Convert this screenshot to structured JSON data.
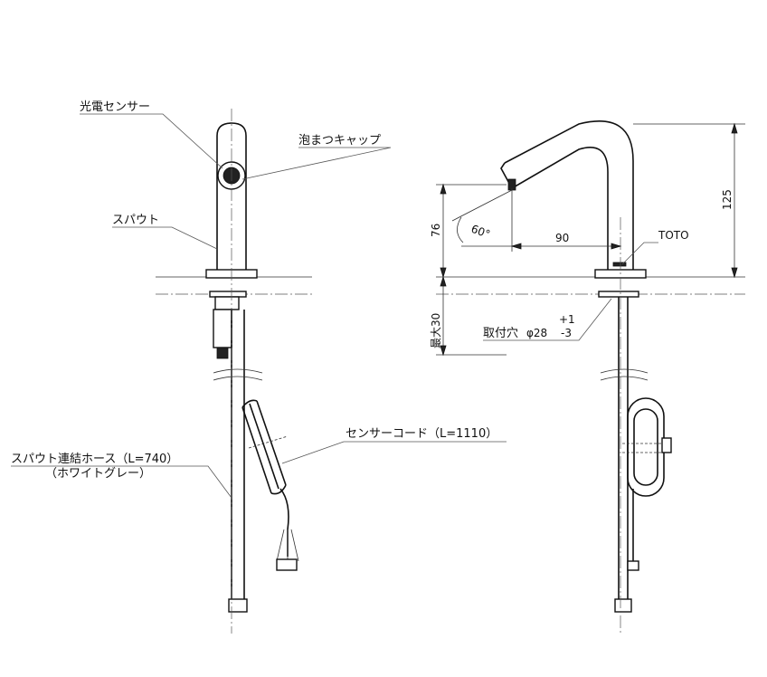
{
  "front_view": {
    "labels": {
      "sensor": "光電センサー",
      "aerator_cap": "泡まつキャップ",
      "spout": "スパウト",
      "sensor_cord": "センサーコード（L=1110）",
      "hose_line1": "スパウト連結ホース（L=740）",
      "hose_line2": "（ホワイトグレー）"
    }
  },
  "side_view": {
    "dimensions": {
      "height_125": "125",
      "height_76": "76",
      "reach_90": "90",
      "angle_60": "60°",
      "max_30": "最大30",
      "hole_label": "取付穴",
      "hole_diameter": "φ28",
      "tol_plus": "+1",
      "tol_minus": "-3"
    },
    "brand_mark": "TOTO"
  }
}
